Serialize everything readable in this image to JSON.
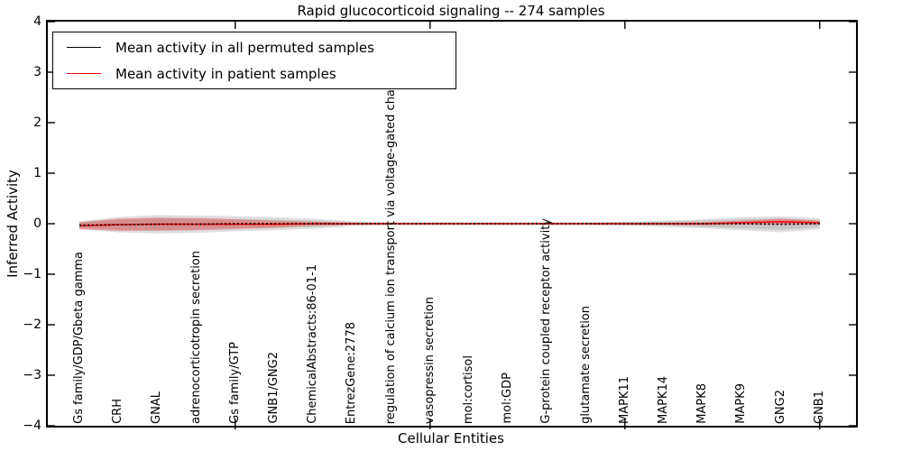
{
  "title": "Rapid glucocorticoid signaling -- 274 samples",
  "legend": [
    {
      "label": "Mean activity in all permuted samples",
      "color": "#000000"
    },
    {
      "label": "Mean activity in patient samples",
      "color": "#ff0000"
    }
  ],
  "chart_data": {
    "type": "line",
    "title": "Rapid glucocorticoid signaling -- 274 samples",
    "xlabel": "Cellular Entities",
    "ylabel": "Inferred Activity",
    "ylim": [
      -4,
      4
    ],
    "ytick_labels": [
      "4",
      "3",
      "2",
      "1",
      "0",
      "−1",
      "−2",
      "−3",
      "−4"
    ],
    "ytick_values": [
      4,
      3,
      2,
      1,
      0,
      -1,
      -2,
      -3,
      -4
    ],
    "x_major_tick_indices": [
      4,
      9,
      14,
      19
    ],
    "grid": false,
    "legend_position": "upper left",
    "categories": [
      "Gs family/GDP/Gbeta gamma",
      "CRH",
      "GNAL",
      "adrenocorticotropin secretion",
      "Gs family/GTP",
      "GNB1/GNG2",
      "ChemicalAbstracts:86-01-1",
      "EntrezGene:2778",
      "regulation of calcium ion transport via voltage-gated channel",
      "vasopressin secretion",
      "mol:cortisol",
      "mol:GDP",
      "G-protein coupled receptor activity",
      "glutamate secretion",
      "MAPK11",
      "MAPK14",
      "MAPK8",
      "MAPK9",
      "GNG2",
      "GNB1"
    ],
    "series": [
      {
        "name": "Mean activity in all permuted samples",
        "color": "#000000",
        "line_style": "dotted",
        "values": [
          -0.03,
          -0.02,
          -0.01,
          -0.01,
          0,
          0,
          0,
          0,
          0,
          0,
          0,
          0,
          0,
          0,
          0,
          0,
          0,
          0,
          -0.01,
          0
        ],
        "band_std": [
          0.08,
          0.15,
          0.18,
          0.17,
          0.15,
          0.13,
          0.1,
          0.05,
          0.03,
          0.03,
          0.03,
          0.03,
          0.03,
          0.03,
          0.04,
          0.06,
          0.09,
          0.13,
          0.16,
          0.11
        ],
        "band_std_inner": [
          0.05,
          0.1,
          0.12,
          0.11,
          0.09,
          0.08,
          0.06,
          0.03,
          0.02,
          0.02,
          0.02,
          0.02,
          0.02,
          0.02,
          0.03,
          0.04,
          0.06,
          0.09,
          0.11,
          0.07
        ]
      },
      {
        "name": "Mean activity in patient samples",
        "color": "#ff0000",
        "line_style": "solid",
        "values": [
          -0.04,
          -0.02,
          -0.01,
          -0.01,
          -0.01,
          -0.01,
          0,
          0,
          0,
          0,
          0,
          0,
          0,
          0,
          0,
          0,
          0,
          0.02,
          0.04,
          0.02
        ],
        "band_std": [
          0.07,
          0.12,
          0.13,
          0.12,
          0.1,
          0.07,
          0.04,
          0.02,
          0.015,
          0.015,
          0.015,
          0.015,
          0.015,
          0.015,
          0.02,
          0.02,
          0.03,
          0.04,
          0.06,
          0.04
        ]
      }
    ]
  }
}
